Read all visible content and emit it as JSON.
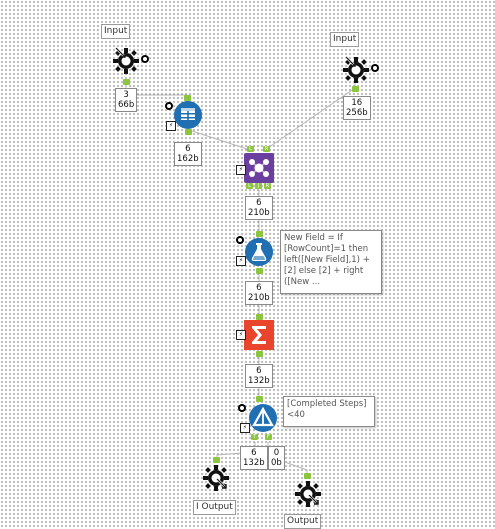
{
  "workflow": {
    "input1": {
      "label": "Input",
      "records": "3",
      "size": "66b"
    },
    "input2": {
      "label": "Input",
      "records": "16",
      "size": "256b"
    },
    "select": {
      "records": "6",
      "size": "162b"
    },
    "join": {
      "records": "6",
      "size": "210b",
      "anchor_l_in": "L",
      "anchor_r_in": "R",
      "anchor_l_out": "L",
      "anchor_j_out": "J",
      "anchor_r_out": "R"
    },
    "formula": {
      "records": "6",
      "size": "210b",
      "expression": "New Field = If\n[RowCount]=1 then\nleft([New Field],1) +\n[2] else [2] + right\n([New ..."
    },
    "summarize": {
      "records": "6",
      "size": "132b"
    },
    "filter": {
      "expression": "[Completed Steps]\n<40",
      "true_records": "6",
      "true_size": "132b",
      "false_records": "0",
      "false_size": "0b",
      "anchor_t": "T",
      "anchor_f": "F"
    },
    "output1": {
      "label": "I Output"
    },
    "output2": {
      "label": "Output"
    }
  },
  "colors": {
    "connector": "#b8b8b8",
    "anchor": "#8cc63f",
    "select": "#1f6fb2",
    "join": "#6b3fa0",
    "formula": "#1f6fb2",
    "summarize": "#e8452c",
    "filter": "#1f6fb2"
  }
}
